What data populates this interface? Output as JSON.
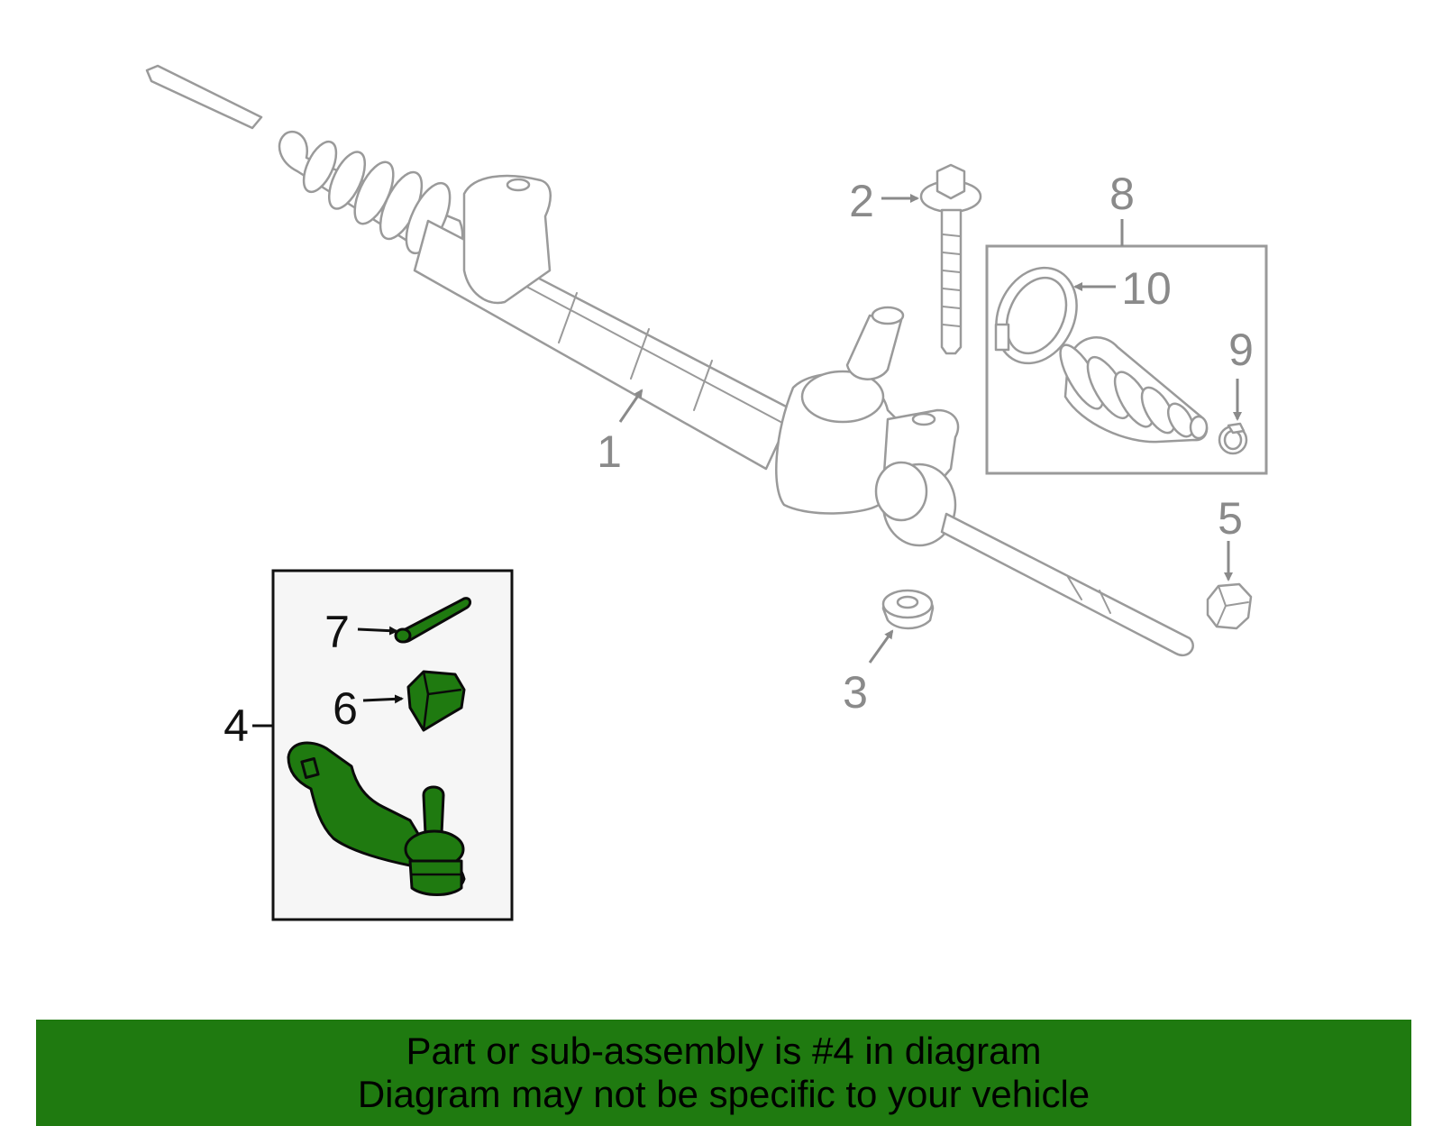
{
  "callouts": {
    "c1": "1",
    "c2": "2",
    "c3": "3",
    "c4": "4",
    "c5": "5",
    "c6": "6",
    "c7": "7",
    "c8": "8",
    "c9": "9",
    "c10": "10"
  },
  "highlight_part": "4",
  "colors": {
    "highlight_fill": "#1f7a10",
    "banner_bg": "#1f7a10",
    "subassembly_box_bg": "#f6f6f6",
    "part_outline": "#9a9a9a"
  },
  "banner": {
    "line1": "Part or sub-assembly is #4 in diagram",
    "line2": "Diagram may not be specific to your vehicle"
  }
}
